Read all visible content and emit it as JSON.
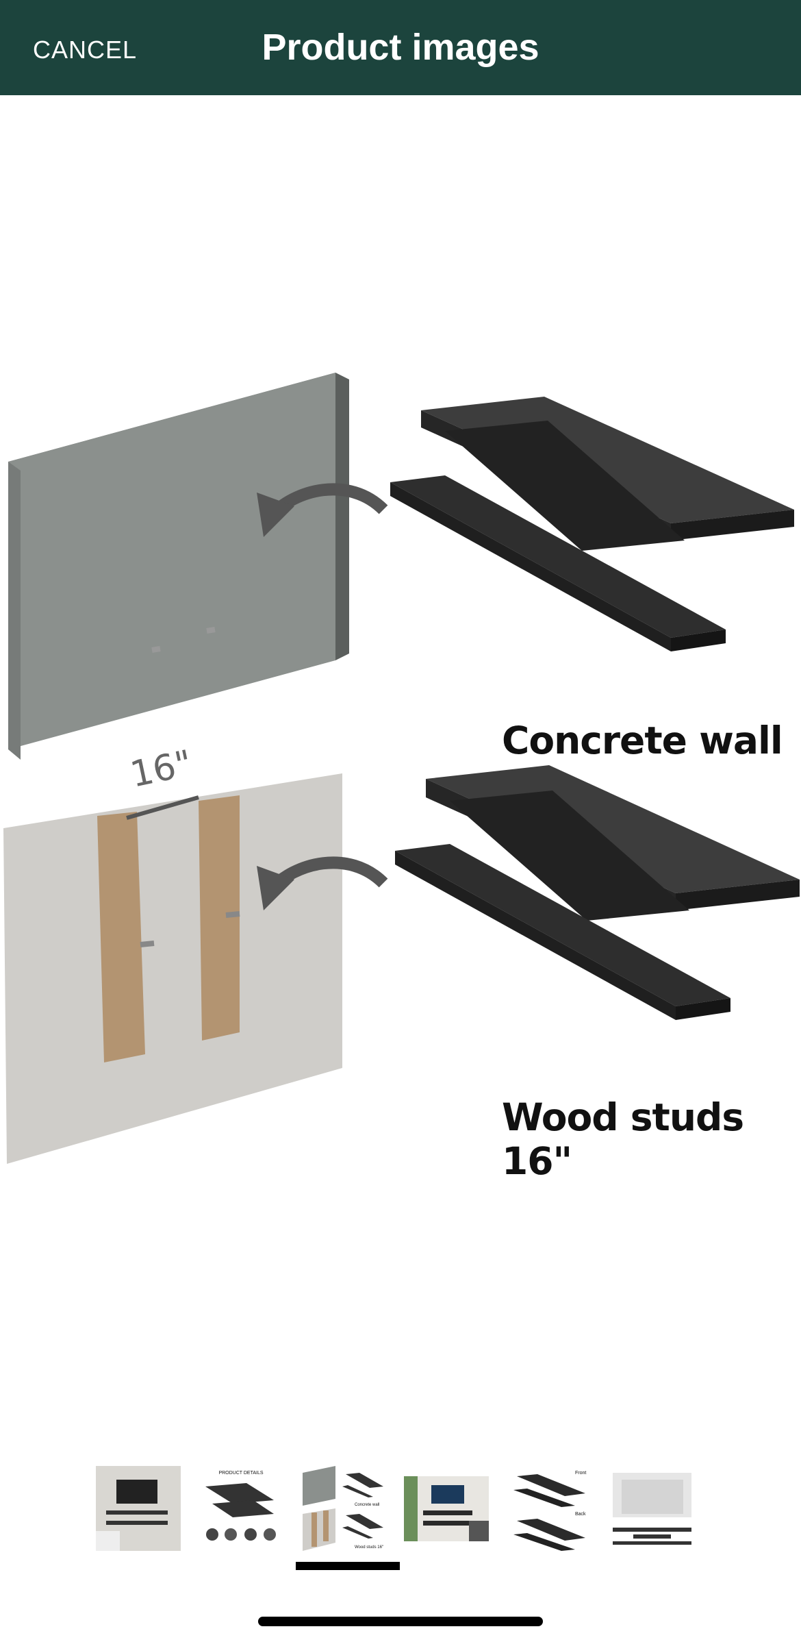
{
  "header": {
    "cancel_label": "CANCEL",
    "title": "Product images"
  },
  "main_image": {
    "caption_concrete": "Concrete wall",
    "caption_wood": "Wood studs 16\"",
    "stud_spacing_label": "16\""
  },
  "thumbnails": {
    "count": 6,
    "active_index": 2,
    "items": [
      {
        "name": "lifestyle-room"
      },
      {
        "name": "product-details",
        "label": "PRODUCT DETAILS"
      },
      {
        "name": "wall-mounting",
        "label_a": "Concrete wall",
        "label_b": "Wood studs 16\""
      },
      {
        "name": "living-room-tv"
      },
      {
        "name": "front-back",
        "label_front": "Front",
        "label_back": "Back"
      },
      {
        "name": "dimensions"
      }
    ]
  },
  "colors": {
    "header_bg": "#1c443d",
    "shelf": "#2f2f2f",
    "concrete": "#8b908d",
    "drywall": "#cfcdc9",
    "stud": "#b39471"
  }
}
